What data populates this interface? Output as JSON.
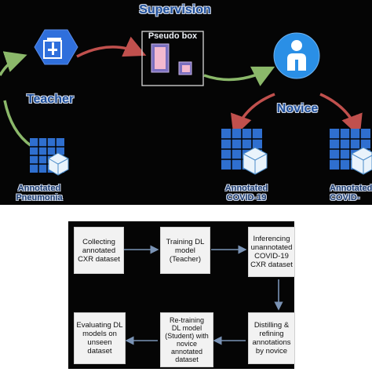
{
  "top": {
    "supervision_label": "Supervision",
    "pseudo_box_label": "Pseudo box",
    "teacher_label": "Teacher",
    "novice_label": "Novice",
    "annotated_pneumonia_label": "Annotated\nPneumonia",
    "annotated_covid_left_label": "Annotated\nCOVID-19",
    "annotated_covid_right_label": "Annotated\nCOVID-",
    "colors": {
      "teacher_blue": "#2f6fdc",
      "novice_blue": "#2a8fe6",
      "arrow_red": "#c0504d",
      "arrow_green": "#8bb86a",
      "cube_blue": "#2f6fcf"
    }
  },
  "flow": {
    "steps": [
      "Collecting\nannotated\nCXR dataset",
      "Training DL\nmodel\n(Teacher)",
      "Inferencing\nunannotated\nCOVID-19\nCXR dataset",
      "Distilling &\nrefining\nannotations\nby novice",
      "Re-training\nDL model\n(Student) with\nnovice\nannotated\ndataset",
      "Evaluating DL\nmodels on\nunseen\ndataset"
    ]
  }
}
